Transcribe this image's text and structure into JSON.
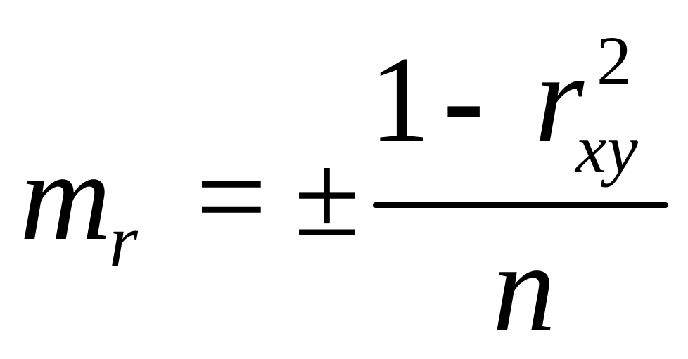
{
  "formula": {
    "lhs_symbol": "m",
    "lhs_subscript": "r",
    "equals": "=",
    "plus_minus": "±",
    "numerator": {
      "one": "1",
      "minus": "-",
      "r_symbol": "r",
      "superscript": "2",
      "subscript": "xy"
    },
    "denominator": "n"
  },
  "colors": {
    "ink": "#000000",
    "background": "#ffffff"
  }
}
